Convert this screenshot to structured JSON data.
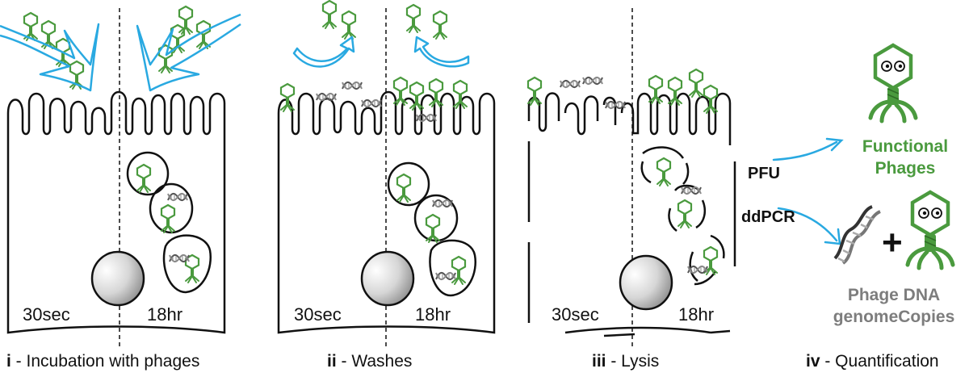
{
  "panels": [
    {
      "numeral": "i",
      "title": " - Incubation with phages",
      "left_time": "30sec",
      "right_time": "18hr"
    },
    {
      "numeral": "ii",
      "title": " - Washes",
      "left_time": "30sec",
      "right_time": "18hr"
    },
    {
      "numeral": "iii",
      "title": " - Lysis",
      "left_time": "30sec",
      "right_time": "18hr"
    },
    {
      "numeral": "iv",
      "title": " - Quantification"
    }
  ],
  "quantification": {
    "method_pfu": "PFU",
    "method_ddpcr": "ddPCR",
    "functional_line1": "Functional",
    "functional_line2": "Phages",
    "plus": "+",
    "dna_line1": "Phage DNA",
    "dna_line2": "genomeCopies"
  },
  "colors": {
    "phage_green": "#4a9a3e",
    "arrow_blue": "#29a9e1",
    "outline": "#111111",
    "grey_text": "#7d7d7d"
  },
  "icons": [
    "phage-icon",
    "dna-icon",
    "nucleus-icon",
    "blue-arrow-icon"
  ]
}
